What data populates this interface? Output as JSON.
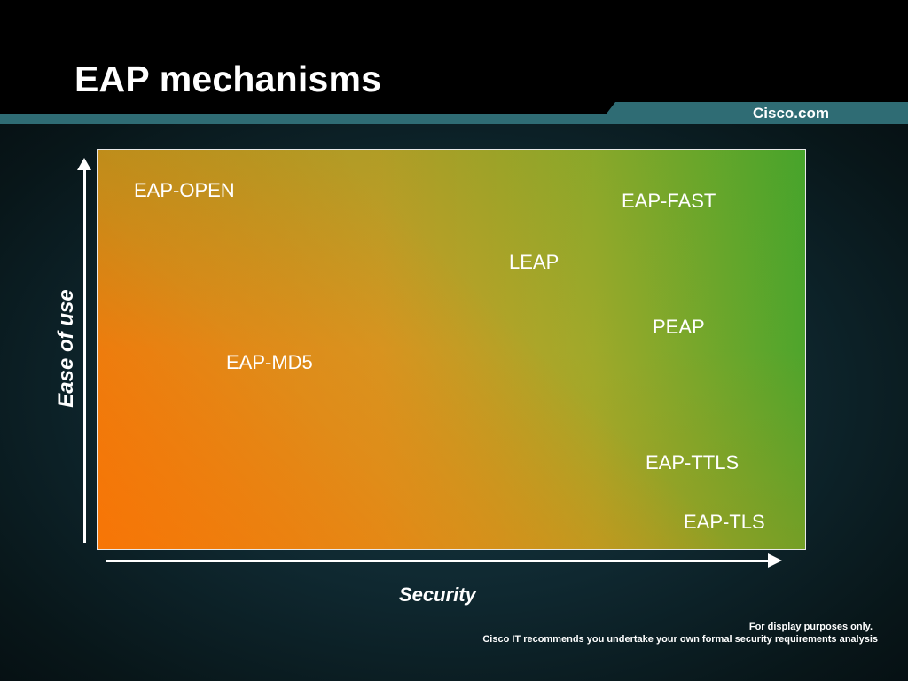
{
  "slide": {
    "title": "EAP mechanisms",
    "brand": "Cisco.com"
  },
  "diagram": {
    "y_axis_label": "Ease of use",
    "x_axis_label": "Security",
    "labels": [
      "EAP-OPEN",
      "EAP-FAST",
      "LEAP",
      "PEAP",
      "EAP-MD5",
      "EAP-TTLS",
      "EAP-TLS"
    ]
  },
  "footer": {
    "line1": "For display purposes only.",
    "line2": "Cisco IT recommends you undertake your own formal security requirements analysis"
  },
  "colors": {
    "band_teal": "#2f6c74",
    "gradient_orange": "#ff6c00",
    "gradient_green": "#3aa02c"
  }
}
